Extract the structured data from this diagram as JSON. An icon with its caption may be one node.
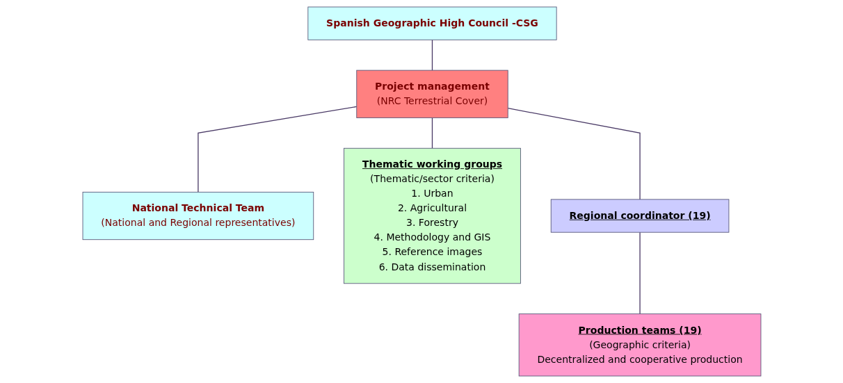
{
  "diagram": {
    "nodes": [
      {
        "text": [
          "Spanish Geographic High Council -CSG"
        ]
      },
      {
        "text": [
          "Project management",
          "(NRC Terrestrial Cover)"
        ]
      },
      {
        "text": [
          "National Technical Team",
          "(National and Regional representatives)"
        ]
      },
      {
        "text": [
          "Thematic working groups",
          "(Thematic/sector criteria)",
          "1. Urban",
          "2. Agricultural",
          "3. Forestry",
          "4. Methodology and GIS",
          "5. Reference images",
          "6. Data dissemination"
        ]
      },
      {
        "text": [
          "Regional coordinator (19)"
        ]
      },
      {
        "text": [
          "Production teams (19)",
          "(Geographic criteria)",
          "Decentralized and cooperative production"
        ]
      }
    ],
    "edges": [
      {
        "from": 0,
        "to": 1,
        "arrow": "none"
      },
      {
        "from": 1,
        "to": 2,
        "arrow": "none"
      },
      {
        "from": 1,
        "to": 3,
        "arrow": "none"
      },
      {
        "from": 1,
        "to": 4,
        "arrow": "none"
      },
      {
        "from": 4,
        "to": 5,
        "arrow": "none"
      }
    ]
  }
}
